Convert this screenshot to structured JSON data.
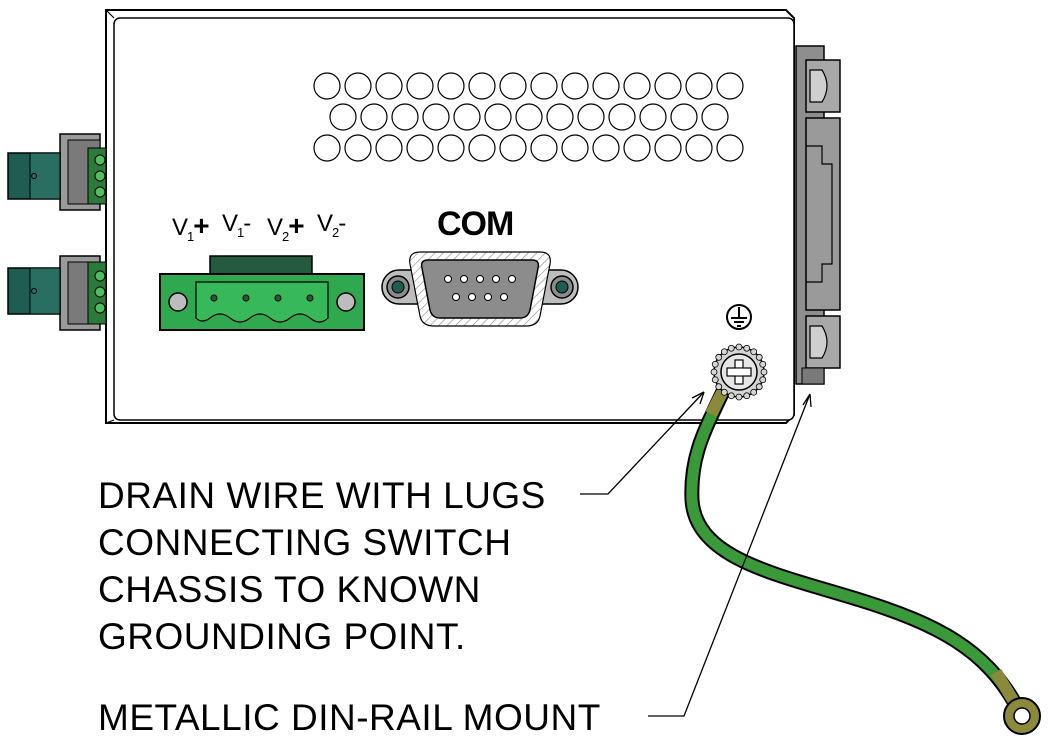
{
  "labels": {
    "com": "COM",
    "v1_plus": "V1+",
    "v1_minus": "V1-",
    "v2_plus": "V2+",
    "v2_minus": "V2-",
    "drain_wire": [
      "DRAIN WIRE WITH LUGS",
      "CONNECTING SWITCH",
      "CHASSIS TO KNOWN",
      "GROUNDING POINT."
    ],
    "din_rail": "METALLIC DIN-RAIL MOUNT"
  },
  "icons": {
    "ground": "ground-symbol-icon",
    "screw": "phillips-screw-icon"
  },
  "colors": {
    "terminal_green": "#2fa84f",
    "terminal_dark": "#245a3f",
    "wire_green": "#3a9a3a",
    "lug_olive": "#8a8a3a",
    "connector_gray": "#8c8c8c",
    "rail_gray": "#8e8e8e",
    "fiber_teal": "#1f5c52"
  }
}
